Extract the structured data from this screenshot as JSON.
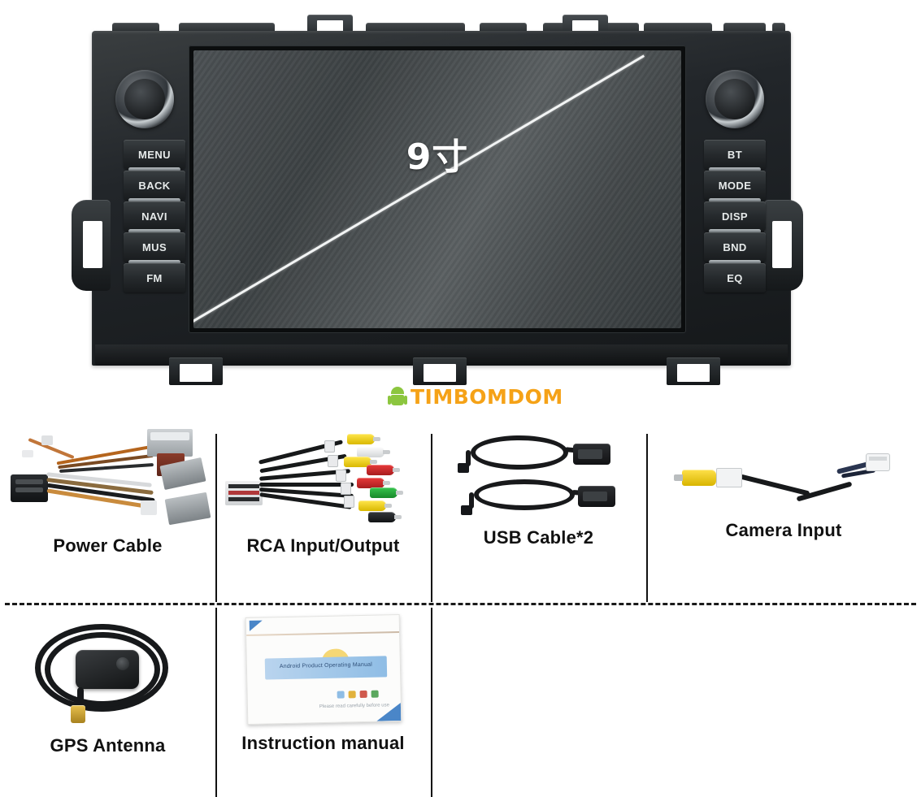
{
  "product": {
    "screen_label": "9寸",
    "screen_size_note": "9 inch diagonal",
    "left_buttons": [
      "MENU",
      "BACK",
      "NAVI",
      "MUS",
      "FM"
    ],
    "right_buttons": [
      "BT",
      "MODE",
      "DISP",
      "BND",
      "EQ"
    ],
    "knob_left_name": "volume-knob",
    "knob_right_name": "tune-knob"
  },
  "watermark": {
    "text": "TIMBOMDOM",
    "text_color": "#f5a217",
    "robot_color": "#8cc63f"
  },
  "accessories": {
    "row1": [
      {
        "label": "Power Cable",
        "icon": "power-harness-icon"
      },
      {
        "label": "RCA Input/Output",
        "icon": "rca-cable-icon"
      },
      {
        "label": "USB Cable*2",
        "icon": "usb-cable-icon"
      },
      {
        "label": "Camera  Input",
        "icon": "camera-input-cable-icon"
      }
    ],
    "row2": [
      {
        "label": "GPS  Antenna",
        "icon": "gps-antenna-icon"
      },
      {
        "label": "Instruction manual",
        "icon": "manual-booklet-icon"
      }
    ]
  },
  "manual_cover": {
    "title_band_text": "Android Product Operating Manual",
    "footer_text": "Please read carefully before use"
  },
  "colors": {
    "rca_yellow": "#f2d318",
    "rca_white": "#f0f1f2",
    "rca_red": "#d02523",
    "rca_green": "#2aa83c",
    "rca_black": "#191b1d",
    "body_dark": "#22262a",
    "screen_grey": "#4b5053",
    "accent_blue": "#4a86c8"
  }
}
